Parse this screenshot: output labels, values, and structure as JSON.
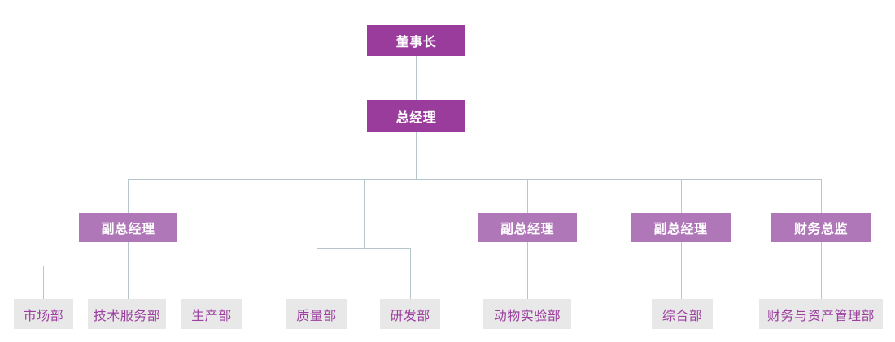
{
  "chart": {
    "type": "org-chart",
    "colors": {
      "primary": "#9a3c9c",
      "secondary": "#af76b8",
      "leaf_bg": "#e8e8e8",
      "leaf_text": "#9c3f9f",
      "line": "#b7c5cd",
      "background": "#ffffff"
    },
    "nodes": {
      "chairman": "董事长",
      "general_manager": "总经理",
      "deputy_gm_1": "副总经理",
      "deputy_gm_2": "副总经理",
      "deputy_gm_3": "副总经理",
      "finance_director": "财务总监",
      "marketing": "市场部",
      "tech_service": "技术服务部",
      "production": "生产部",
      "quality": "质量部",
      "rnd": "研发部",
      "animal_lab": "动物实验部",
      "general_affairs": "综合部",
      "finance_asset": "财务与资产管理部"
    },
    "edges": [
      [
        "chairman",
        "general_manager"
      ],
      [
        "general_manager",
        "deputy_gm_1"
      ],
      [
        "general_manager",
        "deputy_gm_2"
      ],
      [
        "general_manager",
        "deputy_gm_3"
      ],
      [
        "general_manager",
        "finance_director"
      ],
      [
        "general_manager",
        "quality"
      ],
      [
        "general_manager",
        "rnd"
      ],
      [
        "deputy_gm_1",
        "marketing"
      ],
      [
        "deputy_gm_1",
        "tech_service"
      ],
      [
        "deputy_gm_1",
        "production"
      ],
      [
        "deputy_gm_2",
        "animal_lab"
      ],
      [
        "deputy_gm_3",
        "general_affairs"
      ],
      [
        "finance_director",
        "finance_asset"
      ]
    ]
  }
}
